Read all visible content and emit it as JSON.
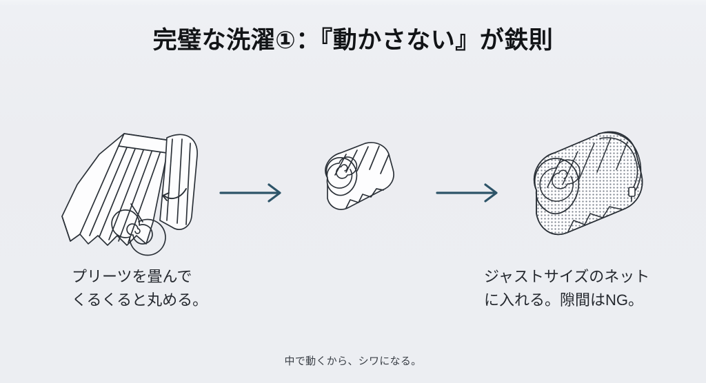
{
  "slide": {
    "background_color": "#eceef2",
    "title": "完璧な洗濯①：『動かさない』が鉄則",
    "title_color": "#121417",
    "footnote": "中で動くから、シワになる。",
    "footnote_color": "#3a3f46"
  },
  "steps": [
    {
      "index": 1,
      "illustration": "pleated-fabric-being-rolled",
      "caption": "プリーツを畳んで\nくるくると丸める。"
    },
    {
      "index": 2,
      "illustration": "rolled-fabric-cylinder",
      "caption": ""
    },
    {
      "index": 3,
      "illustration": "rolled-fabric-in-mesh-laundry-net",
      "caption": "ジャストサイズのネット\nに入れる。隙間はNG。"
    }
  ],
  "arrows": {
    "color": "#2d5468",
    "count": 2,
    "direction": "right"
  },
  "line_art": {
    "stroke_color": "#2b3138",
    "fill_color": "#fdfdfe",
    "mesh_color": "#6b7280"
  }
}
